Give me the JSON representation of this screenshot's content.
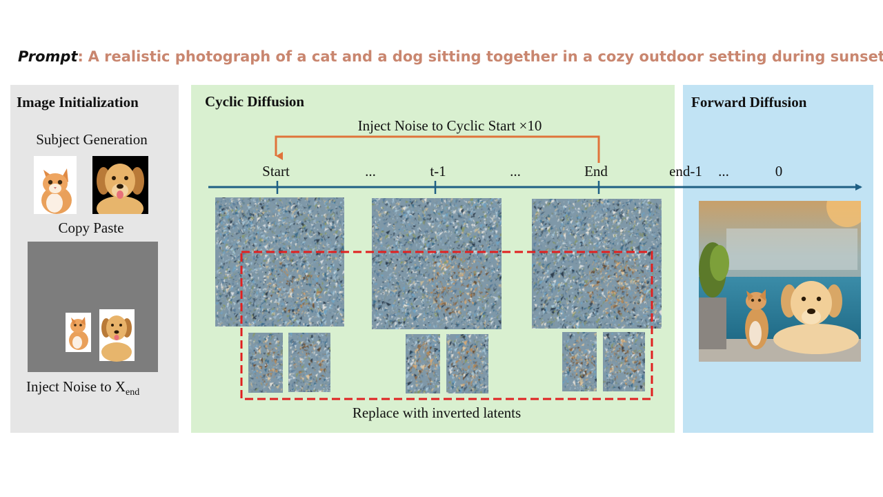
{
  "prompt": {
    "label": "Prompt",
    "colon": ":",
    "text": "A realistic photograph of  a cat and a dog sitting together in a cozy outdoor setting during sunset."
  },
  "panels": {
    "init": {
      "title": "Image Initialization",
      "subject_generation": "Subject Generation",
      "copy_paste": "Copy Paste",
      "inject_prefix": "Inject Noise to X",
      "inject_sub": "end"
    },
    "cyclic": {
      "title": "Cyclic Diffusion",
      "loop_label": "Inject Noise to Cyclic Start  ×10",
      "replace_label": "Replace with inverted latents"
    },
    "forward": {
      "title": "Forward Diffusion"
    }
  },
  "timeline": {
    "ticks": [
      "Start",
      "...",
      "t-1",
      "...",
      "End",
      "end-1",
      "...",
      "0"
    ]
  },
  "colors": {
    "panel_init": "#e6e6e6",
    "panel_cyclic": "#d9f0d0",
    "panel_forward": "#c1e3f4",
    "timeline": "#1f5f84",
    "loop_arrow": "#e0733a",
    "dashed_box": "#e02020",
    "prompt_accent": "#c9866f"
  },
  "icons": [
    "cat-photo",
    "dog-photo",
    "noise-latent",
    "generated-photo"
  ]
}
